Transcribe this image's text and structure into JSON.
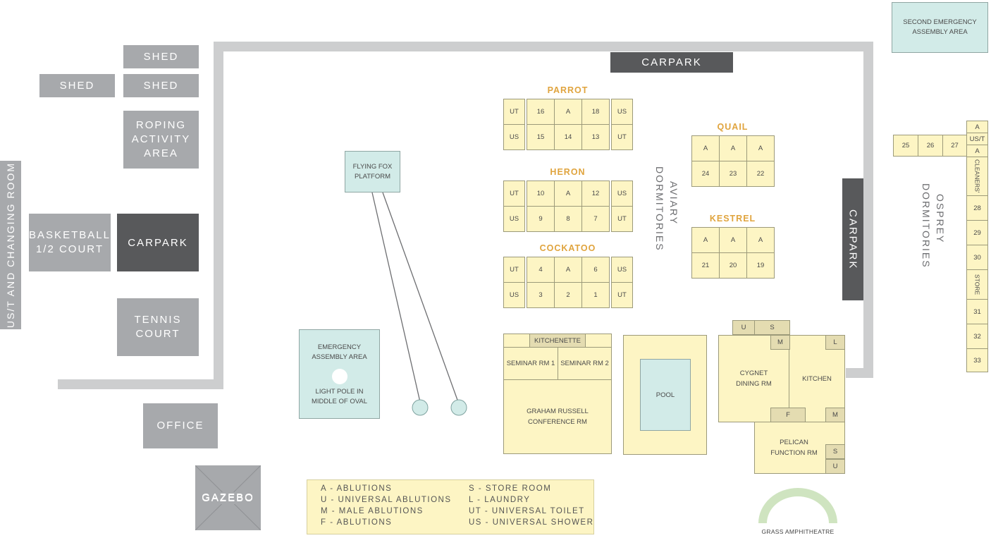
{
  "colors": {
    "grey": "#a7a9ac",
    "dark": "#58595b",
    "cream": "#fdf5c4",
    "light_blue": "#d2ebe8",
    "tan": "#e4dcb1",
    "title_orange": "#e0a43e",
    "green": "#cfe4c0"
  },
  "left_facilities": {
    "shed_top": "SHED",
    "shed_left": "SHED",
    "shed_right": "SHED",
    "roping_line1": "ROPING",
    "roping_line2": "ACTIVITY",
    "roping_line3": "AREA",
    "basketball_line1": "BASKETBALL",
    "basketball_line2": "1/2 COURT",
    "carpark": "CARPARK",
    "tennis_line1": "TENNIS",
    "tennis_line2": "COURT",
    "office": "OFFICE",
    "gazebo": "GAZEBO",
    "changing_room": "US/T AND CHANGING ROOM"
  },
  "carpark_top": "CARPARK",
  "carpark_right": "CARPARK",
  "second_assembly_line1": "SECOND EMERGENCY",
  "second_assembly_line2": "ASSEMBLY AREA",
  "flying_fox_line1": "FLYING FOX",
  "flying_fox_line2": "PLATFORM",
  "emergency_line1": "EMERGENCY",
  "emergency_line2": "ASSEMBLY AREA",
  "light_pole_line1": "LIGHT POLE IN",
  "light_pole_line2": "MIDDLE OF OVAL",
  "aviary_line1": "AVIARY",
  "aviary_line2": "DORMITORIES",
  "osprey_line1": "OSPREY",
  "osprey_line2": "DORMITORIES",
  "parrot": {
    "title": "PARROT",
    "left": [
      "UT",
      "US"
    ],
    "row1": [
      "16",
      "A",
      "18"
    ],
    "row2": [
      "15",
      "14",
      "13"
    ],
    "right": [
      "US",
      "UT"
    ]
  },
  "heron": {
    "title": "HERON",
    "left": [
      "UT",
      "US"
    ],
    "row1": [
      "10",
      "A",
      "12"
    ],
    "row2": [
      "9",
      "8",
      "7"
    ],
    "right": [
      "US",
      "UT"
    ]
  },
  "cockatoo": {
    "title": "COCKATOO",
    "left": [
      "UT",
      "US"
    ],
    "row1": [
      "4",
      "A",
      "6"
    ],
    "row2": [
      "3",
      "2",
      "1"
    ],
    "right": [
      "US",
      "UT"
    ]
  },
  "quail": {
    "title": "QUAIL",
    "row1": [
      "A",
      "A",
      "A"
    ],
    "row2": [
      "24",
      "23",
      "22"
    ]
  },
  "kestrel": {
    "title": "KESTREL",
    "row1": [
      "A",
      "A",
      "A"
    ],
    "row2": [
      "21",
      "20",
      "19"
    ]
  },
  "osprey_row": [
    "25",
    "26",
    "27"
  ],
  "osprey_column": [
    "A",
    "US/T",
    "A",
    "CLEANERS'",
    "28",
    "29",
    "30",
    "STORE",
    "31",
    "32",
    "33"
  ],
  "kitchenette": "KITCHENETTE",
  "seminar1": "SEMINAR RM 1",
  "seminar2": "SEMINAR RM 2",
  "conference_line1": "GRAHAM RUSSELL",
  "conference_line2": "CONFERENCE RM",
  "pool": "POOL",
  "cygnet_line1": "CYGNET",
  "cygnet_line2": "DINING RM",
  "kitchen": "KITCHEN",
  "pelican_line1": "PELICAN",
  "pelican_line2": "FUNCTION RM",
  "cygnet_tags": {
    "u": "U",
    "s": "S",
    "m_top": "M",
    "l": "L",
    "f": "F",
    "m_bottom": "M",
    "s_bottom": "S",
    "u_bottom": "U"
  },
  "amphitheatre": "GRASS AMPHITHEATRE",
  "legend": [
    "A - ABLUTIONS",
    "S - STORE ROOM",
    "U - UNIVERSAL ABLUTIONS",
    "L - LAUNDRY",
    "M - MALE ABLUTIONS",
    "UT - UNIVERSAL TOILET",
    "F - ABLUTIONS",
    "US - UNIVERSAL SHOWER"
  ]
}
